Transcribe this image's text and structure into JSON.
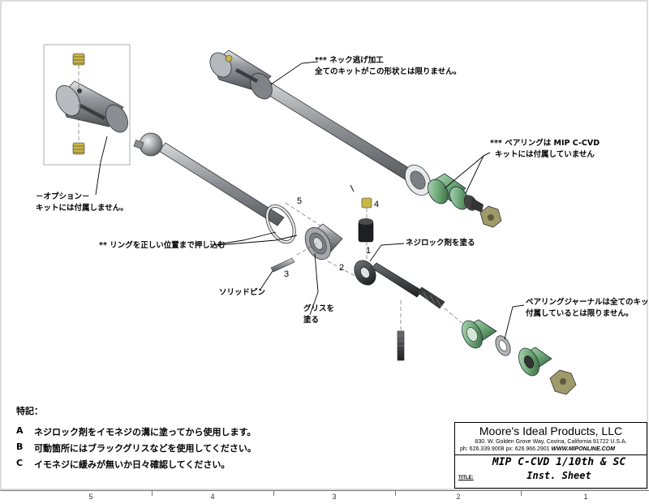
{
  "callouts": {
    "neck": {
      "line1": "*** ネック逃げ加工",
      "line2": "全てのキットがこの形状とは限りません。"
    },
    "bearing": {
      "line1": "*** ベアリングは MIP C-CVD",
      "line2": "キットには付属していません"
    },
    "option": {
      "line1": "－オプション－",
      "line2": "キットには付属しません。"
    },
    "ring": {
      "text": "** リングを正しい位置まで押し込む"
    },
    "threadlock": {
      "text": "ネジロック剤を塗る"
    },
    "solidpin": {
      "text": "ソリッドピン"
    },
    "grease": {
      "line1": "グリスを",
      "line2": "塗る"
    },
    "journal": {
      "line1": "ベアリングジャーナルは全てのキットに",
      "line2": "付属しているとは限りません。"
    }
  },
  "item_numbers": {
    "n1": "1",
    "n2": "2",
    "n3": "3",
    "n4": "4",
    "n5": "5"
  },
  "notes": {
    "title": "特記：",
    "items": [
      {
        "key": "A",
        "text": "ネジロック剤をイモネジの溝に塗ってから使用します。"
      },
      {
        "key": "B",
        "text": "可動箇所にはブラックグリスなどを使用してください。"
      },
      {
        "key": "C",
        "text": "イモネジに緩みが無いか日々確認してください。"
      }
    ]
  },
  "title_block": {
    "company": "Moore's Ideal Products, LLC",
    "address": "830. W. Golden Grove Way, Covina, California 91722 U.S.A.",
    "phone": "ph: 626.339.9008  px: 626.966.2901",
    "url": "WWW.MIPONLINE.COM",
    "title_label": "TITLE:",
    "title_line1": "MIP C-CVD 1/10th & SC",
    "title_line2": "Inst. Sheet"
  },
  "zones": [
    "5",
    "4",
    "3",
    "2",
    "1"
  ],
  "colors": {
    "metal_dark": "#5a5d60",
    "metal_mid": "#8c9094",
    "metal_light": "#c9cdd1",
    "bearing_green": "#6fa979",
    "setscrew_yellow": "#c8b64a",
    "nut_brass": "#9f9a6a"
  }
}
